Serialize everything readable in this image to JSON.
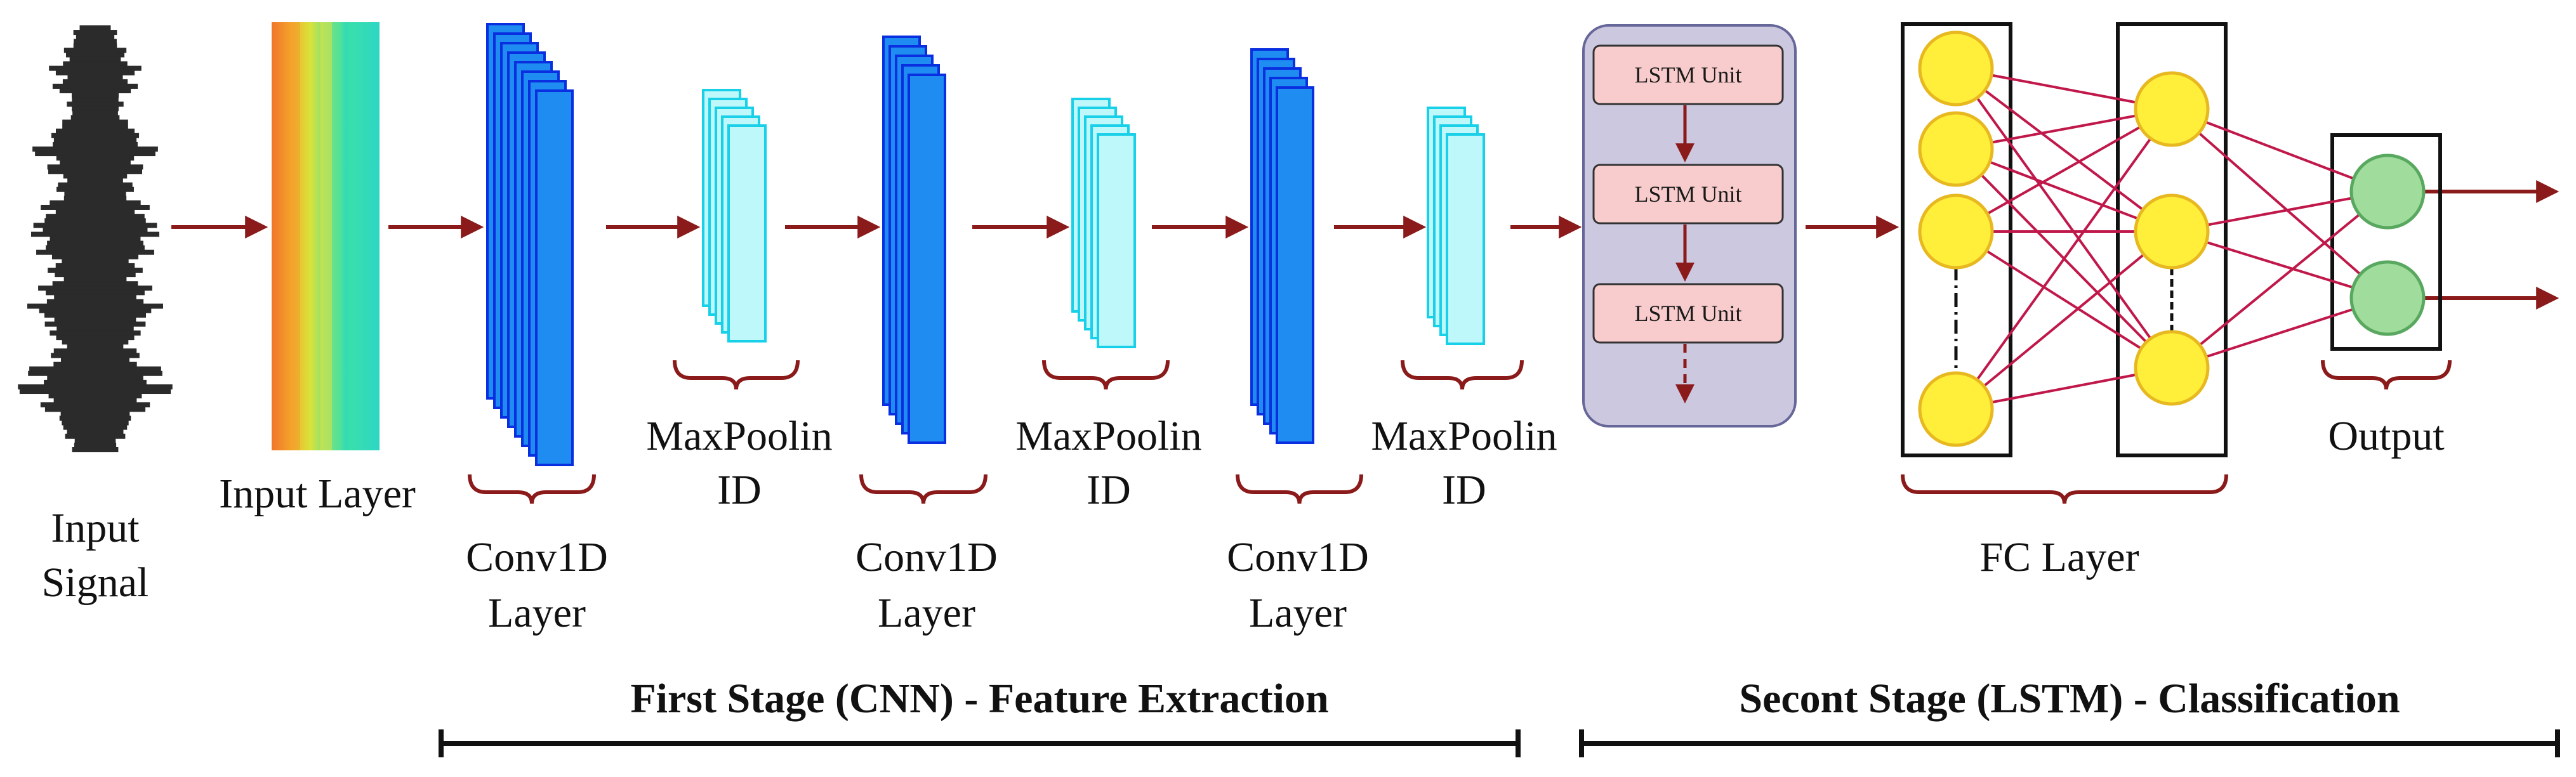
{
  "labels": {
    "input_signal_1": "Input",
    "input_signal_2": "Signal",
    "input_layer": "Input Layer",
    "conv1_1": "Conv1D",
    "conv1_2": "Layer",
    "pool1_1": "MaxPoolin",
    "pool1_2": "ID",
    "conv2_1": "Conv1D",
    "conv2_2": "Layer",
    "pool2_1": "MaxPoolin",
    "pool2_2": "ID",
    "conv3_1": "Conv1D",
    "conv3_2": "Layer",
    "pool3_1": "MaxPoolin",
    "pool3_2": "ID",
    "lstm_unit": "LSTM Unit",
    "fc_layer": "FC Layer",
    "output": "Output"
  },
  "stages": {
    "first": "First Stage (CNN) - Feature Extraction",
    "second": "Secont Stage (LSTM) - Classification"
  },
  "colors": {
    "arrow": "#8b1a1a",
    "brace": "#8b1a1a",
    "conv_fill": "#1e8cf0",
    "conv_stroke": "#0a2fe0",
    "pool_fill": "#bff8fb",
    "pool_stroke": "#18d0e8",
    "lstm_panel": "#ccc8e0",
    "lstm_unit": "#f8cccc",
    "fc_node": "#ffef3a",
    "fc_edge": "#c0184a",
    "output_node": "#a0dc9c"
  }
}
